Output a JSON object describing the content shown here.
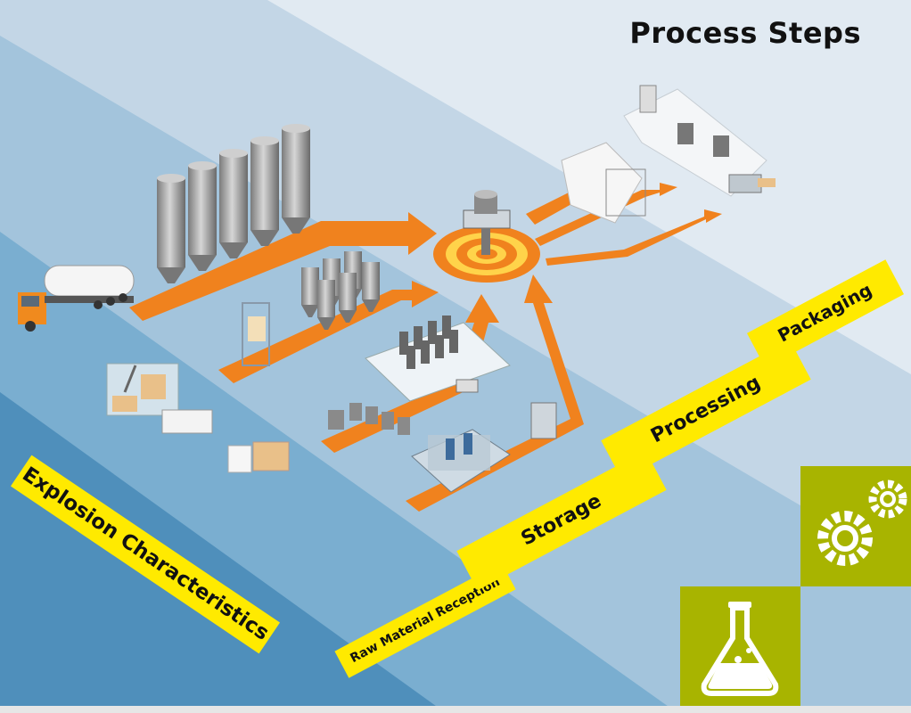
{
  "title": "Process Steps",
  "stages": [
    {
      "id": "explosion",
      "label": "Explosion Characteristics"
    },
    {
      "id": "raw",
      "label": "Raw Material Reception"
    },
    {
      "id": "storage",
      "label": "Storage"
    },
    {
      "id": "processing",
      "label": "Processing"
    },
    {
      "id": "packaging",
      "label": "Packaging"
    }
  ],
  "colors": {
    "band_dark": "#4f8fbb",
    "band_mid": "#7aaed0",
    "band_light": "#a3c4dc",
    "band_lighter": "#c3d6e6",
    "band_lightest": "#e1eaf2",
    "arrow": "#f0821e",
    "label_bg": "#ffea00",
    "tile": "#a8b400"
  },
  "icons": [
    "gear-icon",
    "flask-icon",
    "silo-icon",
    "truck-icon",
    "hub-icon"
  ]
}
